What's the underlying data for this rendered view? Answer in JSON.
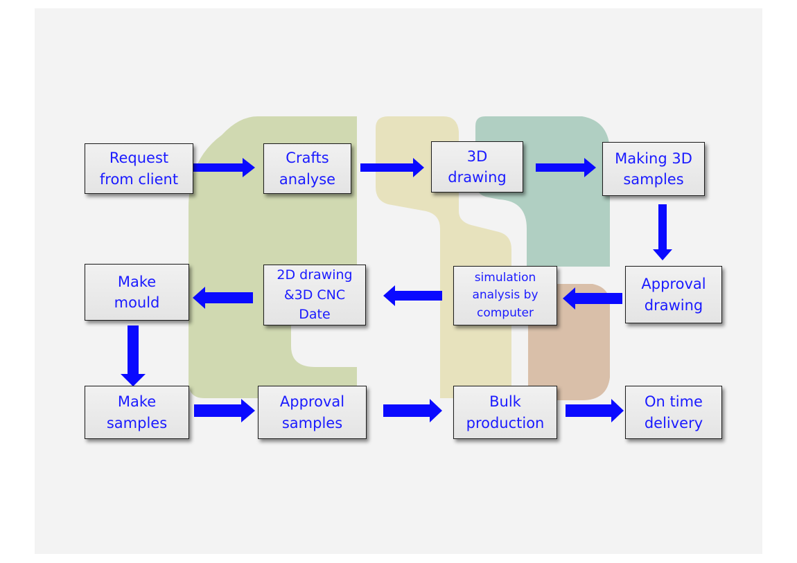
{
  "colors": {
    "arrow": "#0a0aff",
    "text": "#1a1aff",
    "shape_green": "#c9d3a4",
    "shape_yellow": "#e6e0b7",
    "shape_teal": "#a9cbbd",
    "shape_brown": "#d4b59b"
  },
  "steps": {
    "request_from_client": "Request\nfrom client",
    "crafts_analyse": "Crafts\nanalyse",
    "drawing_3d": "3D\ndrawing",
    "making_3d_samples": "Making 3D\nsamples",
    "approval_drawing": "Approval\ndrawing",
    "simulation_analysis": "simulation\nanalysis by\ncomputer",
    "drawing_2d_cnc": "2D drawing\n&3D CNC\nDate",
    "make_mould": "Make\nmould",
    "make_samples": "Make\nsamples",
    "approval_samples": "Approval\nsamples",
    "bulk_production": "Bulk\nproduction",
    "on_time_delivery": "On time\ndelivery"
  }
}
